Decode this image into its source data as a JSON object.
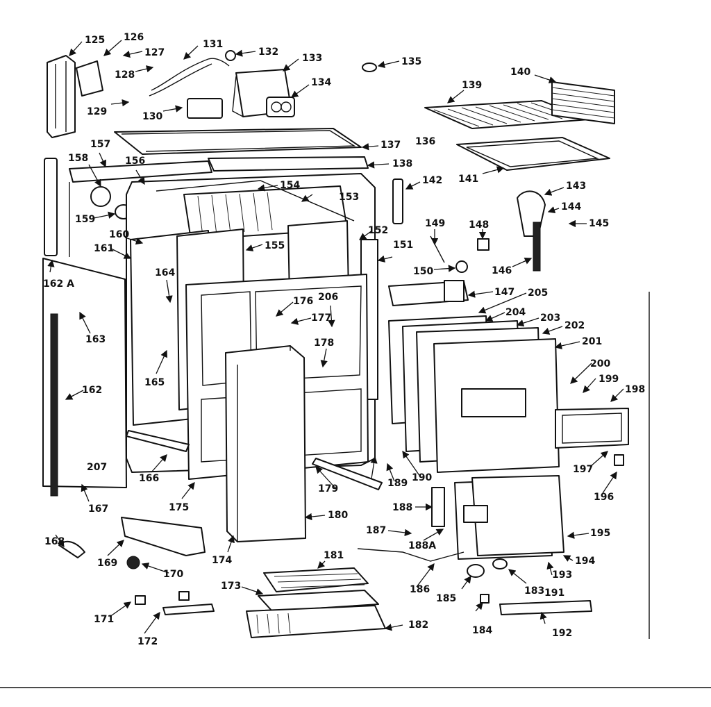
{
  "labels": [
    "125",
    "126",
    "127",
    "128",
    "129",
    "130",
    "131",
    "132",
    "133",
    "134",
    "135",
    "136",
    "137",
    "138",
    "139",
    "140",
    "141",
    "142",
    "143",
    "144",
    "145",
    "146",
    "147",
    "148",
    "149",
    "150",
    "153",
    "154",
    "155",
    "156",
    "157",
    "158",
    "159",
    "160",
    "161",
    "162",
    "162 A",
    "163",
    "164",
    "165",
    "166",
    "167",
    "168",
    "169",
    "170",
    "171",
    "172",
    "173",
    "174",
    "175",
    "176",
    "177",
    "178",
    "179",
    "180",
    "181",
    "182",
    "183",
    "184",
    "185",
    "186",
    "187",
    "188",
    "188A",
    "189",
    "190",
    "191",
    "192",
    "193",
    "194",
    "195",
    "196",
    "197",
    "198",
    "199",
    "200",
    "201",
    "202",
    "203",
    "204",
    "205",
    "206",
    "207",
    "151",
    "152"
  ]
}
